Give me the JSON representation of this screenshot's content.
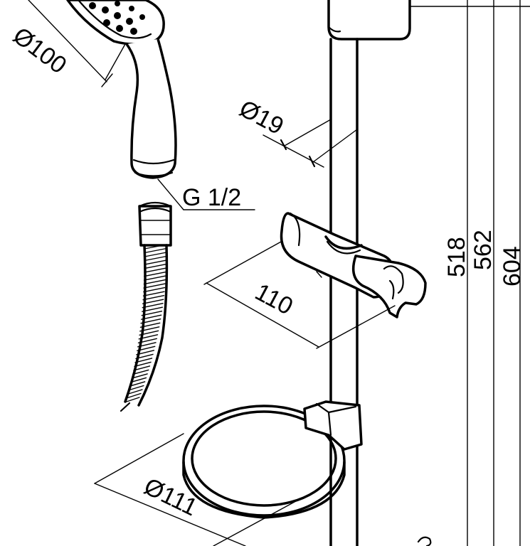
{
  "labels": {
    "head_diameter": "Ø100",
    "rail_diameter": "Ø19",
    "thread": "G 1/2",
    "slider_width": "110",
    "dish_diameter": "Ø111",
    "height_518": "518",
    "height_562": "562",
    "height_604": "604"
  }
}
